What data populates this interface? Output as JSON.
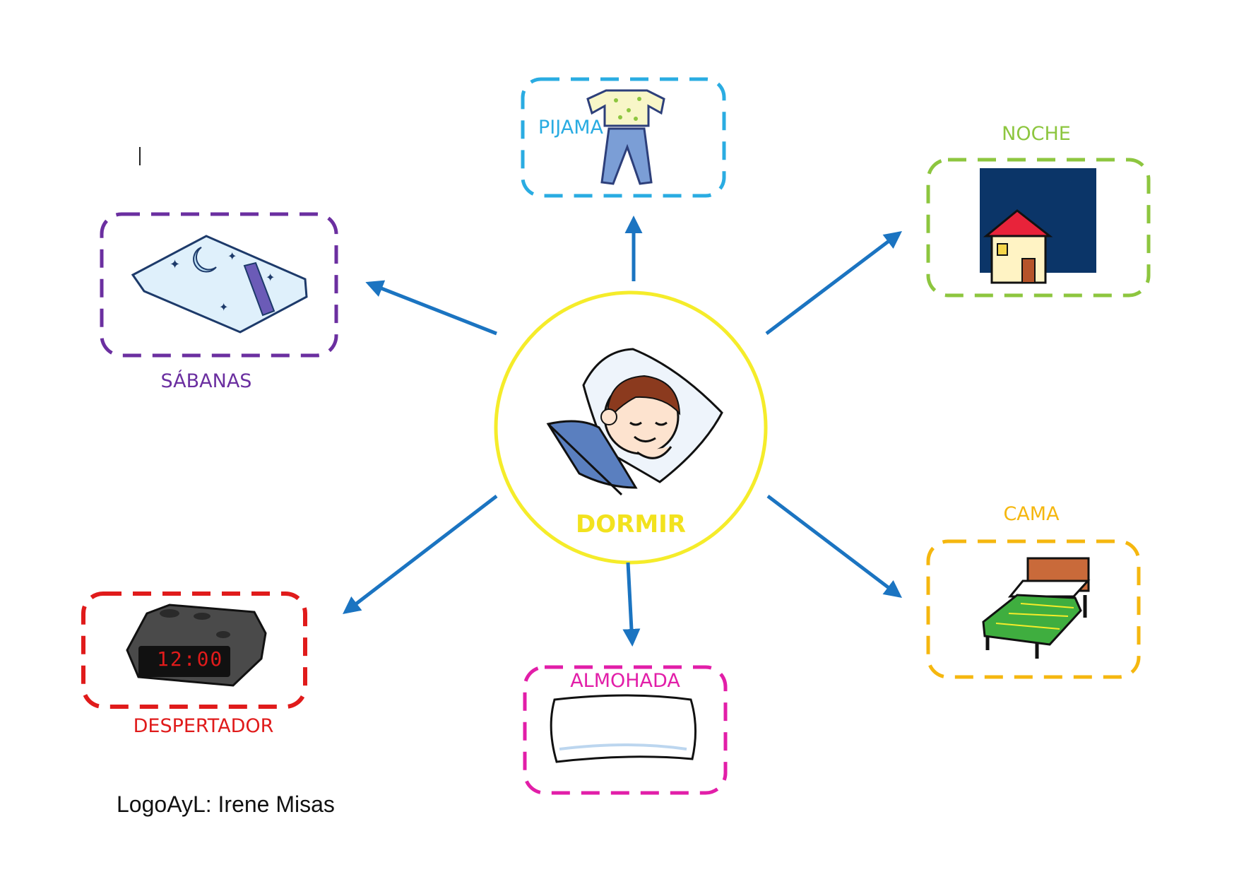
{
  "center": {
    "label": "DORMIR",
    "color": "#f5ec2a"
  },
  "arrow_color": "#1b74c1",
  "nodes": [
    {
      "id": "pijama",
      "label": "PIJAMA",
      "color": "#2aace2",
      "icon": "pajamas-icon"
    },
    {
      "id": "noche",
      "label": "NOCHE",
      "color": "#8dc63f",
      "icon": "night-house-icon"
    },
    {
      "id": "sabanas",
      "label": "SÁBANAS",
      "color": "#6b2fa0",
      "icon": "bed-sheets-icon"
    },
    {
      "id": "cama",
      "label": "CAMA",
      "color": "#f5b70f",
      "icon": "bed-icon"
    },
    {
      "id": "despertador",
      "label": "DESPERTADOR",
      "color": "#e01b1b",
      "icon": "alarm-clock-icon",
      "clock_display": "12:00"
    },
    {
      "id": "almohada",
      "label": "ALMOHADA",
      "color": "#e21ea8",
      "icon": "pillow-icon"
    }
  ],
  "credit": "LogoAyL: Irene Misas"
}
